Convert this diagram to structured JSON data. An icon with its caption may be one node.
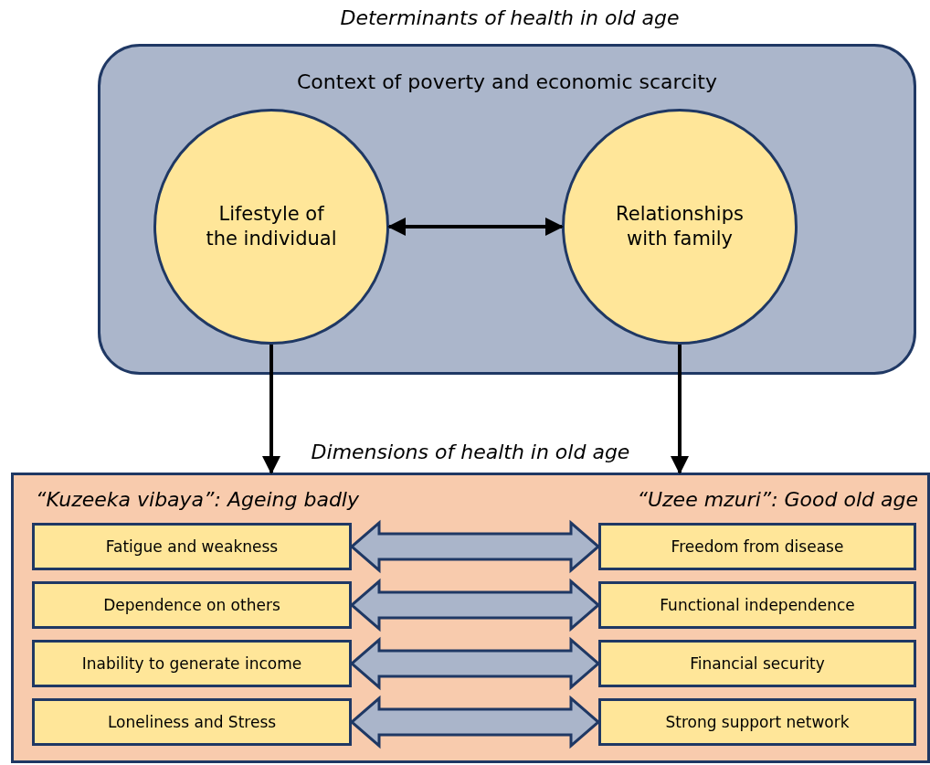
{
  "diagram": {
    "nodes": [
      {
        "text": [
          "Determinants of health in old age",
          "Context of poverty and economic scarcity"
        ]
      },
      {
        "text": [
          "Lifestyle of the individual"
        ],
        "in": 0
      },
      {
        "text": [
          "Relationships with family"
        ],
        "in": 0
      },
      {
        "text": [
          "Dimensions of health in old age",
          "“Kuzeeka vibaya”: Ageing badly",
          "“Uzee mzuri”: Good old age"
        ]
      },
      {
        "text": [
          "Fatigue and weakness"
        ],
        "in": 3
      },
      {
        "text": [
          "Freedom from disease"
        ],
        "in": 3
      },
      {
        "text": [
          "Dependence on others"
        ],
        "in": 3
      },
      {
        "text": [
          "Functional independence"
        ],
        "in": 3
      },
      {
        "text": [
          "Inability to generate income"
        ],
        "in": 3
      },
      {
        "text": [
          "Financial security"
        ],
        "in": 3
      },
      {
        "text": [
          "Loneliness and Stress"
        ],
        "in": 3
      },
      {
        "text": [
          "Strong support network"
        ],
        "in": 3
      }
    ],
    "edges": [
      {
        "from": 1,
        "to": 2,
        "arrow": "both"
      },
      {
        "from": 1,
        "to": 3,
        "arrow": "to"
      },
      {
        "from": 2,
        "to": 3,
        "arrow": "to"
      },
      {
        "from": 4,
        "to": 5,
        "arrow": "both",
        "style": "thick",
        "color": "#aab5ca"
      },
      {
        "from": 6,
        "to": 7,
        "arrow": "both",
        "style": "thick",
        "color": "#aab5ca"
      },
      {
        "from": 8,
        "to": 9,
        "arrow": "both",
        "style": "thick",
        "color": "#aab5ca"
      },
      {
        "from": 10,
        "to": 11,
        "arrow": "both",
        "style": "thick",
        "color": "#aab5ca"
      }
    ]
  }
}
